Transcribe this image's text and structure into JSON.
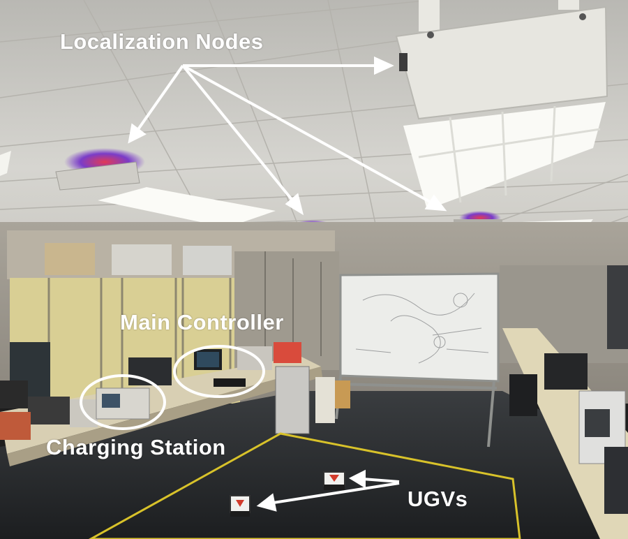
{
  "annotations": {
    "localization_nodes": "Localization Nodes",
    "main_controller": "Main Controller",
    "charging_station": "Charging Station",
    "ugvs": "UGVs"
  },
  "colors": {
    "annotation": "#ffffff",
    "arena_border": "#d8c22a",
    "ceiling": "#d9d9d6",
    "floor": "#2b2f33"
  }
}
